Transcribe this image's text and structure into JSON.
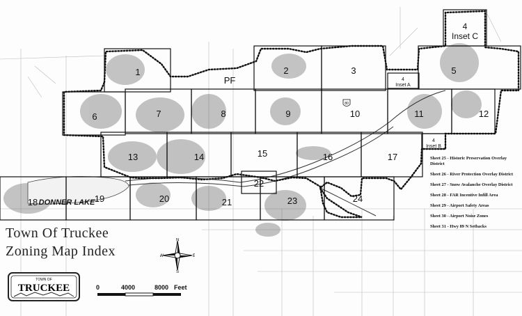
{
  "title": {
    "line1": "Town Of Truckee",
    "line2": "Zoning Map Index"
  },
  "sheets": [
    "1",
    "2",
    "3",
    "4",
    "5",
    "6",
    "7",
    "8",
    "9",
    "10",
    "11",
    "12",
    "13",
    "14",
    "15",
    "16",
    "17",
    "18",
    "19",
    "20",
    "21",
    "22",
    "23",
    "24"
  ],
  "insets": {
    "c_number": "4",
    "c_label": "Inset C",
    "a_number": "4",
    "a_label": "Inset A",
    "b_number": "4",
    "b_label": "Inset B"
  },
  "labels": {
    "pf": "PF",
    "lake": "DONNER LAKE",
    "shield": "80"
  },
  "legend": [
    "Sheet 25 - Historic Preservation Overlay District",
    "Sheet 26 - River Protection Overlay District",
    "Sheet 27 - Snow Avalanche Overlay District",
    "Sheet 28 - FAR Incentive Infill Area",
    "Sheet 29 - Airport Safety Areas",
    "Sheet 30 - Airport Noise Zones",
    "Sheet 31 - Hwy 89 N Setbacks"
  ],
  "scale": {
    "zero": "0",
    "mid": "4000",
    "end": "8000",
    "unit": "Feet"
  },
  "compass": {
    "n": "N",
    "s": "S",
    "e": "E",
    "w": "W"
  },
  "logo": {
    "top": "TOWN OF",
    "name": "TRUCKEE"
  }
}
